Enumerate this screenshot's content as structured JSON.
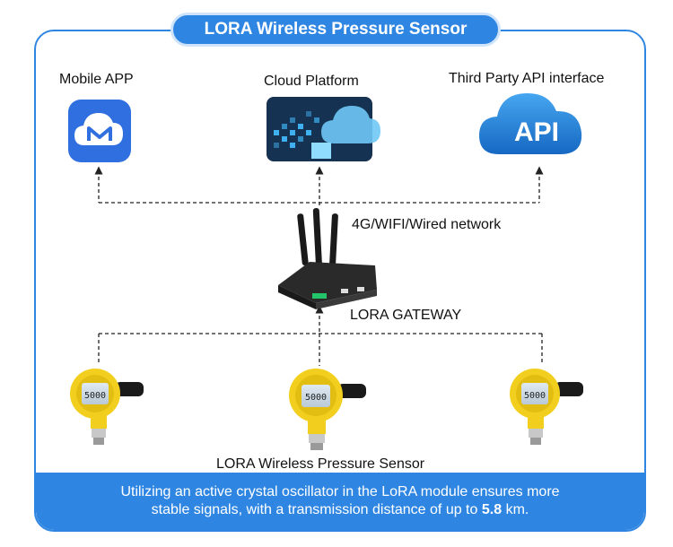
{
  "title": "LORA Wireless Pressure Sensor",
  "top_nodes": {
    "mobile": {
      "label": "Mobile APP",
      "icon": "m-app-icon"
    },
    "cloud": {
      "label": "Cloud Platform",
      "icon": "cloud-platform-icon"
    },
    "api": {
      "label": "Third Party API interface",
      "icon_text": "API"
    }
  },
  "network_label": "4G/WIFI/Wired network",
  "gateway_label": "LORA GATEWAY",
  "sensor_label": "LORA Wireless Pressure Sensor",
  "sensor_display": "5000",
  "footer": {
    "line1": "Utilizing an active crystal oscillator in the LoRA module ensures more",
    "line2_prefix": "stable signals, with a transmission distance of up to",
    "line2_value": "5.8",
    "line2_suffix": "km."
  },
  "colors": {
    "accent": "#2f86e2",
    "sensor_yellow": "#f2cf1e",
    "cloud_blue": "#2a8ad8"
  }
}
